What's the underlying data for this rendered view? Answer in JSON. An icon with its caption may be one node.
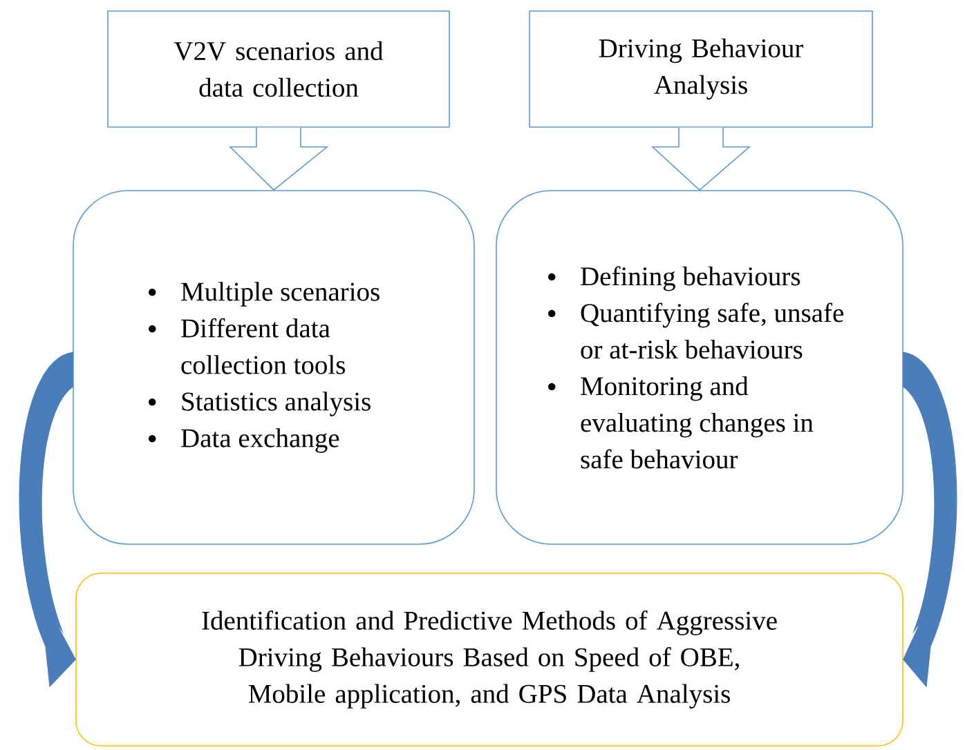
{
  "diagram": {
    "nodes": [
      {
        "text": [
          "V2V scenarios and data collection"
        ]
      },
      {
        "text": [
          "Driving Behaviour Analysis"
        ]
      },
      {
        "text": [
          "Multiple scenarios",
          "Different data collection tools",
          "Statistics analysis",
          "Data exchange"
        ]
      },
      {
        "text": [
          "Defining behaviours",
          "Quantifying safe, unsafe or at-risk behaviours",
          "Monitoring and evaluating changes in safe behaviour"
        ]
      },
      {
        "text": [
          "Identification and Predictive Methods of Aggressive Driving Behaviours Based on Speed of OBE, Mobile application, and GPS Data Analysis"
        ]
      }
    ],
    "edges": [
      {
        "from": 0,
        "to": 2,
        "arrow": "to"
      },
      {
        "from": 1,
        "to": 3,
        "arrow": "to"
      },
      {
        "from": 2,
        "to": 4,
        "arrow": "to",
        "style": "thick",
        "color": "#4a7ebb"
      },
      {
        "from": 3,
        "to": 4,
        "arrow": "to",
        "style": "thick",
        "color": "#4a7ebb"
      }
    ]
  }
}
